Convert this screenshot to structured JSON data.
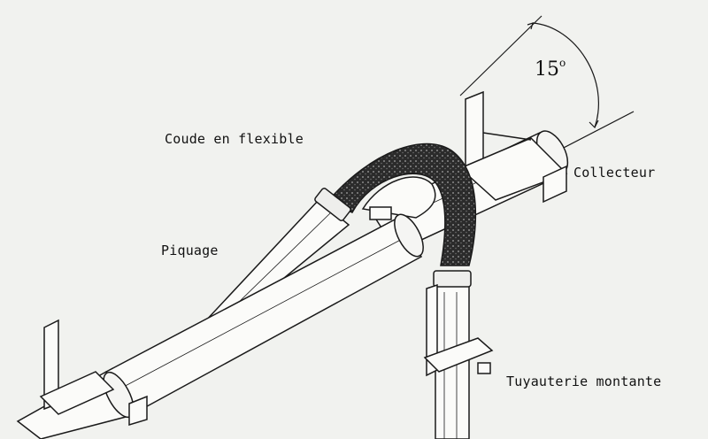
{
  "labels": {
    "coude": "Coude en flexible",
    "collecteur": "Collecteur",
    "piquage": "Piquage",
    "tuyauterie": "Tuyauterie montante",
    "angle_value": "15",
    "angle_unit": "o"
  },
  "colors": {
    "background": "#f1f2ef",
    "stroke": "#1a1a1a",
    "pipe_fill": "#fbfbf9",
    "hose_fill": "#2b2b2b"
  },
  "icons": [
    "pipe-support-bracket",
    "flexible-hose",
    "pipe-clamp"
  ]
}
